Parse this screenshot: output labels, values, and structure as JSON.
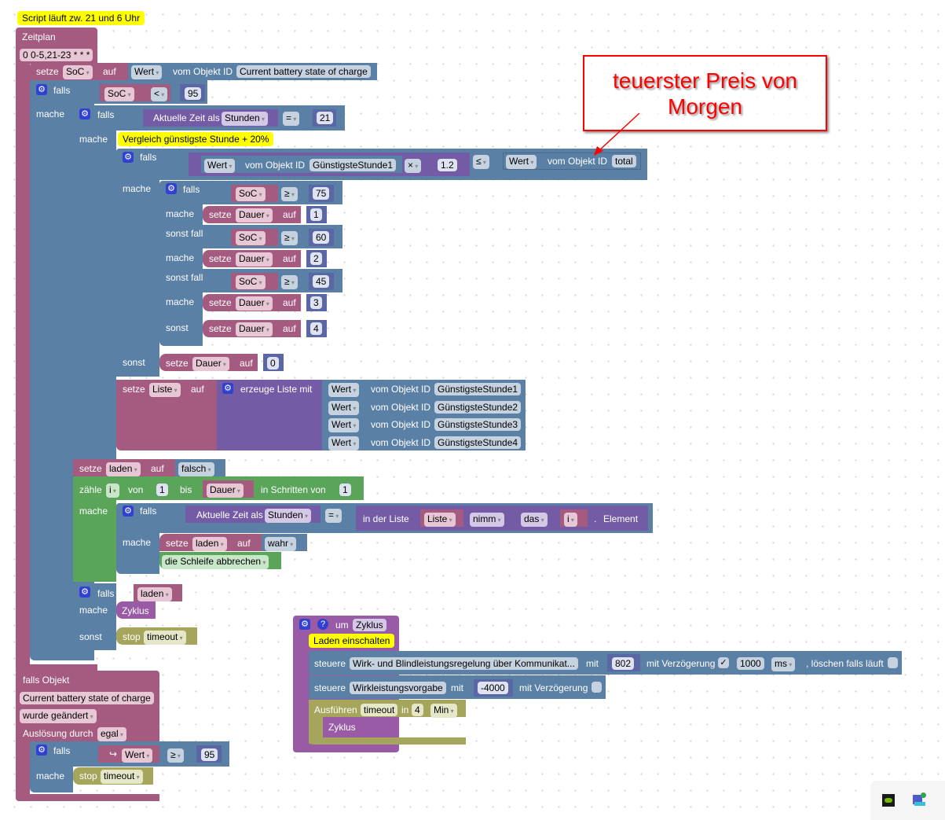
{
  "comments": {
    "script": "Script läuft zw. 21 und 6 Uhr",
    "compare": "Vergleich günstigste Stunde + 20%",
    "laden": "Laden einschalten"
  },
  "annotation": {
    "text": "teuerster Preis von Morgen",
    "color": "#ff0000"
  },
  "schedule": {
    "title": "Zeitplan",
    "cron": "0 0-5,21-23 * * *"
  },
  "set_soc": {
    "setze": "setze",
    "var": "SoC",
    "auf": "auf",
    "wert": "Wert",
    "vom": "vom Objekt ID",
    "object": "Current battery state of charge"
  },
  "if1": {
    "falls": "falls",
    "mache": "mache",
    "var": "SoC",
    "op": "<",
    "value": "95"
  },
  "if2": {
    "falls": "falls",
    "mache": "mache",
    "label": "Aktuelle Zeit als",
    "unit": "Stunden",
    "op": "=",
    "value": "21"
  },
  "if3": {
    "falls": "falls",
    "mache": "mache",
    "sonst": "sonst",
    "wert": "Wert",
    "vom": "vom Objekt ID",
    "object": "GünstigsteStunde1",
    "mul": "×",
    "factor": "1.2",
    "cmp": "≤",
    "wert2": "Wert",
    "vom2": "vom Objekt ID",
    "object2": "total"
  },
  "if4": {
    "falls": "falls",
    "sonst_falls": "sonst falls",
    "mache": "mache",
    "sonst": "sonst",
    "branches": [
      {
        "var": "SoC",
        "op": "≥",
        "value": "75",
        "set_var": "Dauer",
        "set_value": "1"
      },
      {
        "var": "SoC",
        "op": "≥",
        "value": "60",
        "set_var": "Dauer",
        "set_value": "2"
      },
      {
        "var": "SoC",
        "op": "≥",
        "value": "45",
        "set_var": "Dauer",
        "set_value": "3"
      }
    ],
    "else_var": "Dauer",
    "else_value": "4",
    "setze": "setze",
    "auf": "auf"
  },
  "else_dauer": {
    "setze": "setze",
    "var": "Dauer",
    "auf": "auf",
    "value": "0"
  },
  "list": {
    "setze": "setze",
    "var": "Liste",
    "auf": "auf",
    "create": "erzeuge Liste mit",
    "items": [
      {
        "wert": "Wert",
        "vom": "vom Objekt ID",
        "object": "GünstigsteStunde1"
      },
      {
        "wert": "Wert",
        "vom": "vom Objekt ID",
        "object": "GünstigsteStunde2"
      },
      {
        "wert": "Wert",
        "vom": "vom Objekt ID",
        "object": "GünstigsteStunde3"
      },
      {
        "wert": "Wert",
        "vom": "vom Objekt ID",
        "object": "GünstigsteStunde4"
      }
    ]
  },
  "set_laden": {
    "setze": "setze",
    "var": "laden",
    "auf": "auf",
    "value": "falsch"
  },
  "loop": {
    "zaehle": "zähle",
    "var": "i",
    "von": "von",
    "from": "1",
    "bis": "bis",
    "to": "Dauer",
    "step_label": "in Schritten von",
    "step": "1",
    "mache": "mache"
  },
  "if5": {
    "falls": "falls",
    "mache": "mache",
    "label": "Aktuelle Zeit als",
    "unit": "Stunden",
    "op": "=",
    "in_list": "in der Liste",
    "list": "Liste",
    "take": "nimm",
    "das": "das",
    "index": "i",
    "dot": ".",
    "element": "Element",
    "set": {
      "setze": "setze",
      "var": "laden",
      "auf": "auf",
      "value": "wahr"
    },
    "break": "die Schleife abbrechen"
  },
  "if6": {
    "falls": "falls",
    "mache": "mache",
    "sonst": "sonst",
    "cond": "laden",
    "call": "Zyklus",
    "stop": "stop",
    "stop_target": "timeout"
  },
  "trigger": {
    "title": "falls Objekt",
    "object": "Current battery state of charge",
    "event": "wurde geändert",
    "by_label": "Auslösung durch",
    "by": "egal",
    "falls": "falls",
    "mache": "mache",
    "wert": "Wert",
    "op": "≥",
    "value": "95",
    "stop": "stop",
    "stop_target": "timeout"
  },
  "func": {
    "um": "um",
    "name": "Zyklus",
    "ctrl1": {
      "steuere": "steuere",
      "target": "Wirk- und Blindleistungsregelung über Kommunikat...",
      "mit": "mit",
      "value": "802",
      "delay_label": "mit Verzögerung",
      "delay_checked": true,
      "delay": "1000",
      "unit": "ms",
      "clear_label": ", löschen falls läuft",
      "clear_checked": false
    },
    "ctrl2": {
      "steuere": "steuere",
      "target": "Wirkleistungsvorgabe",
      "mit": "mit",
      "value": "-4000",
      "delay_label": "mit Verzögerung",
      "delay_checked": false
    },
    "timeout": {
      "label": "Ausführen",
      "name": "timeout",
      "in": "in",
      "value": "4",
      "unit": "Min",
      "call": "Zyklus"
    }
  },
  "tray": {
    "icons": [
      "nvidia-icon",
      "teams-icon"
    ]
  }
}
